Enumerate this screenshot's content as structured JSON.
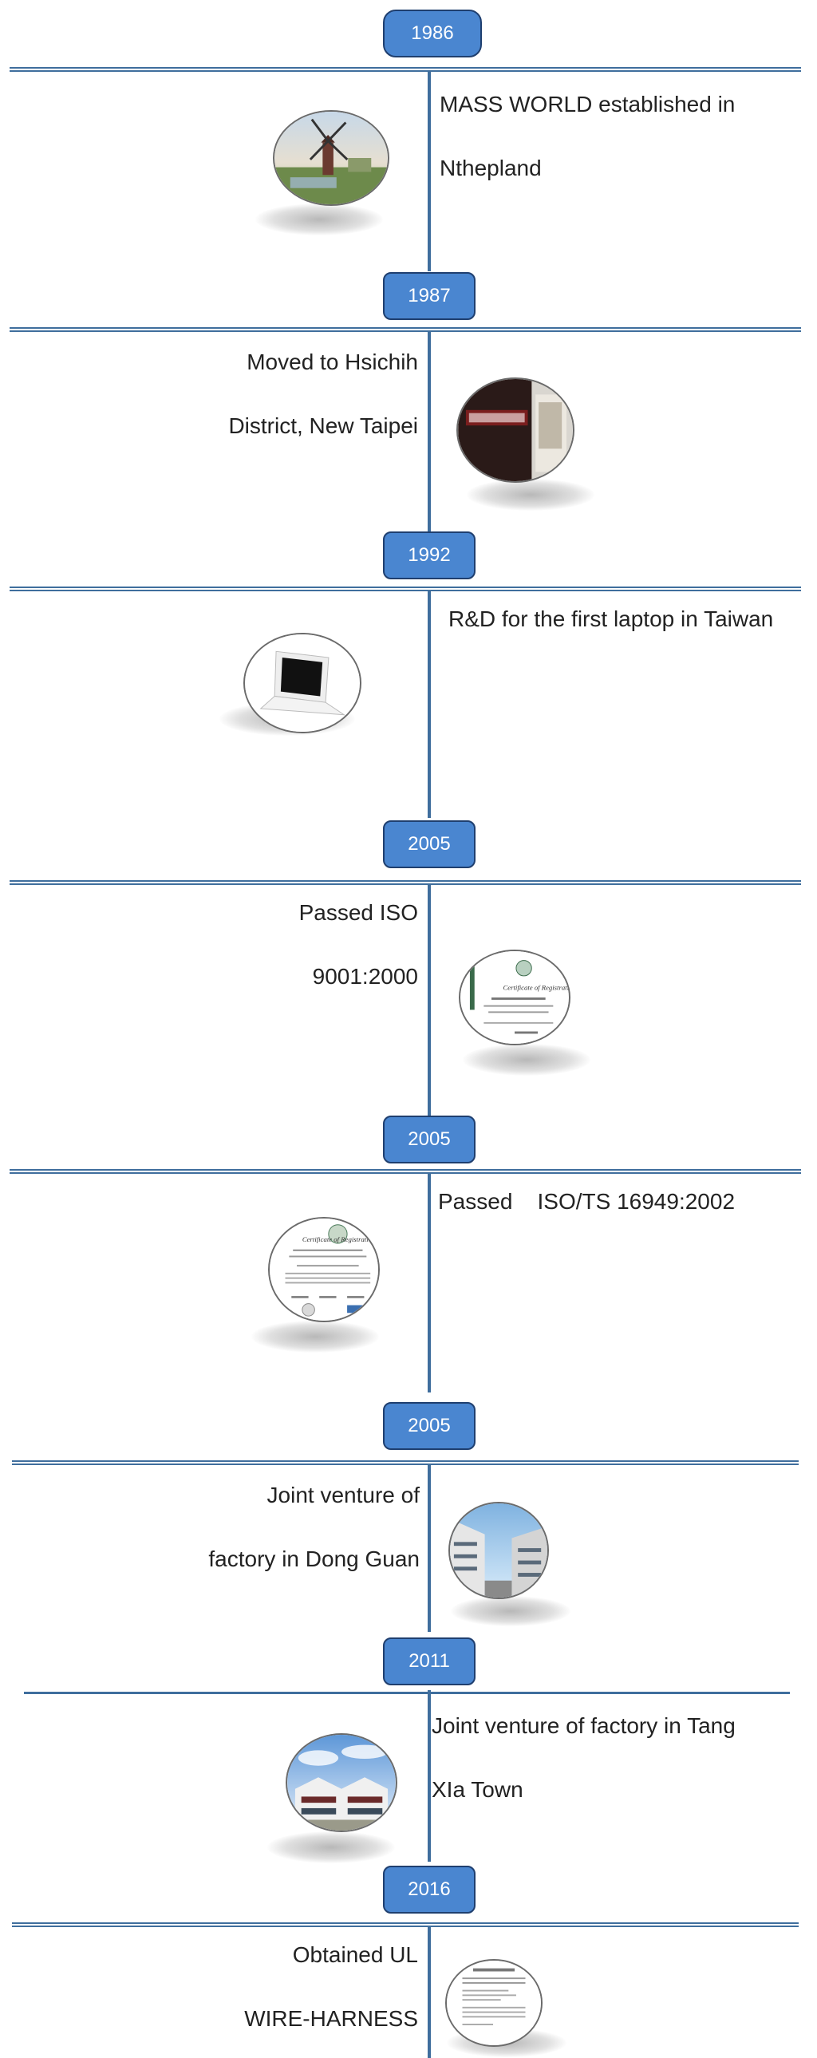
{
  "timeline": [
    {
      "year": "1986",
      "lines": [
        "MASS WORLD established in",
        "Nthерland"
      ]
    },
    {
      "year": "1987",
      "lines": [
        "Moved to Hsichih",
        "District, New Taipei"
      ]
    },
    {
      "year": "1992",
      "lines": [
        "R&D for the first laptop in Taiwan"
      ]
    },
    {
      "year": "2005",
      "lines": [
        "Passed ISO",
        "9001:2000"
      ]
    },
    {
      "year": "2005",
      "lines": [
        "Passed    ISO/TS 16949:2002"
      ]
    },
    {
      "year": "2005",
      "lines": [
        "Joint venture of",
        "factory in Dong Guan"
      ]
    },
    {
      "year": "2011",
      "lines": [
        "Joint venture of factory in Tang",
        "XIa Town"
      ]
    },
    {
      "year": "2016",
      "lines": [
        "Obtained UL",
        "WIRE-HARNESS"
      ]
    }
  ],
  "images": [
    {
      "icon": "windmill-photo"
    },
    {
      "icon": "office-photo"
    },
    {
      "icon": "laptop-photo"
    },
    {
      "icon": "iso-certificate-photo"
    },
    {
      "icon": "ts-certificate-photo"
    },
    {
      "icon": "dong-guan-factory-photo"
    },
    {
      "icon": "tang-xia-factory-photo"
    },
    {
      "icon": "ul-certificate-photo"
    }
  ],
  "colors": {
    "accent": "#4a86d0",
    "line": "#3f6e9d"
  }
}
